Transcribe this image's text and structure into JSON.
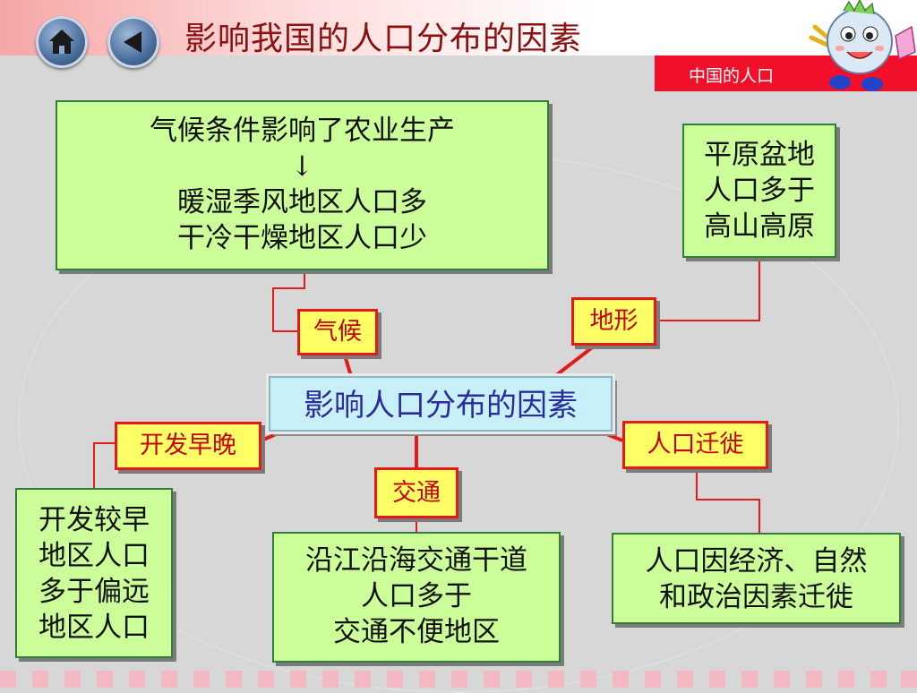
{
  "header": {
    "title": "影响我国的人口分布的因素",
    "section_label": "中国的人口",
    "home_icon": "home-icon",
    "back_icon": "back-arrow-icon",
    "mascot_icon": "cartoon-mascot"
  },
  "center": {
    "label": "影响人口分布的因素"
  },
  "factors": {
    "climate": "气候",
    "terrain": "地形",
    "development": "开发早晚",
    "transport": "交通",
    "migration": "人口迁徙"
  },
  "details": {
    "climate": {
      "lines": [
        "气候条件影响了农业生产",
        "↓",
        "暖湿季风地区人口多",
        "干冷干燥地区人口少"
      ]
    },
    "terrain": {
      "lines": [
        "平原盆地",
        "人口多于",
        "高山高原"
      ]
    },
    "development": {
      "lines": [
        "开发较早",
        "地区人口",
        "多于偏远",
        "地区人口"
      ]
    },
    "transport": {
      "lines": [
        "沿江沿海交通干道",
        "人口多于",
        "交通不便地区"
      ]
    },
    "migration": {
      "lines": [
        "人口因经济、自然",
        "和政治因素迁徙"
      ]
    }
  },
  "colors": {
    "box_fill": "#ccff99",
    "box_border": "#2f7f3a",
    "tag_fill": "#ffff66",
    "tag_border": "#e41a1a",
    "tag_text": "#c40000",
    "center_fill": "#c7f0f8",
    "center_text": "#2b2b9c",
    "connector": "#e41a1a",
    "section_tab": "#f0102a",
    "title_text": "#8b1010"
  }
}
